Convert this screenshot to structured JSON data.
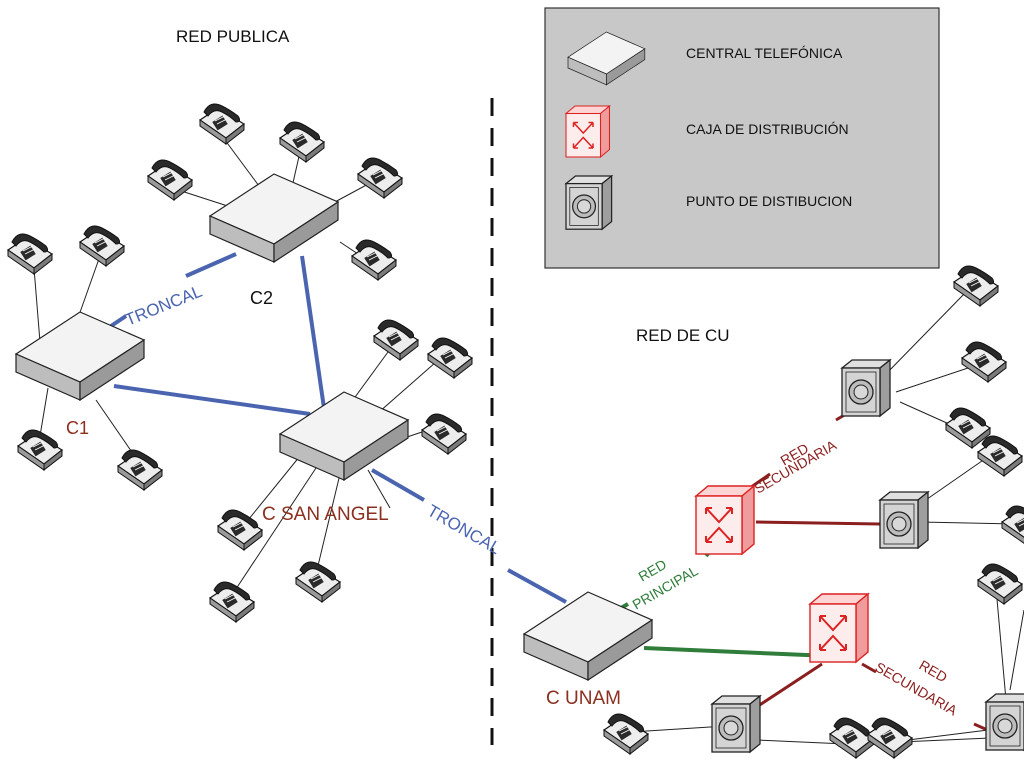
{
  "sections": {
    "public_title": "RED PUBLICA",
    "cu_title": "RED DE CU"
  },
  "legend": {
    "central": "CENTRAL TELEFÓNICA",
    "caja": "CAJA DE DISTRIBUCIÓN",
    "punto": "PUNTO DE DISTIBUCION"
  },
  "nodes": {
    "c1": "C1",
    "c2": "C2",
    "c_san_angel": "C SAN ANGEL",
    "c_unam": "C UNAM"
  },
  "links": {
    "troncal_1": "TRONCAL",
    "troncal_2": "TRONCAL",
    "red_principal_1": "RED",
    "red_principal_2": "PRINCIPAL",
    "red_secundaria_top_1": "RED",
    "red_secundaria_top_2": "SECUNDARIA",
    "red_secundaria_bottom_1": "RED",
    "red_secundaria_bottom_2": "SECUNDARIA"
  },
  "colors": {
    "troncal": "#4a64b0",
    "principal": "#2e7d3a",
    "secundaria": "#8b1e1e",
    "node_label": "#8b2f1e",
    "legend_bg": "#c8c8c8"
  }
}
